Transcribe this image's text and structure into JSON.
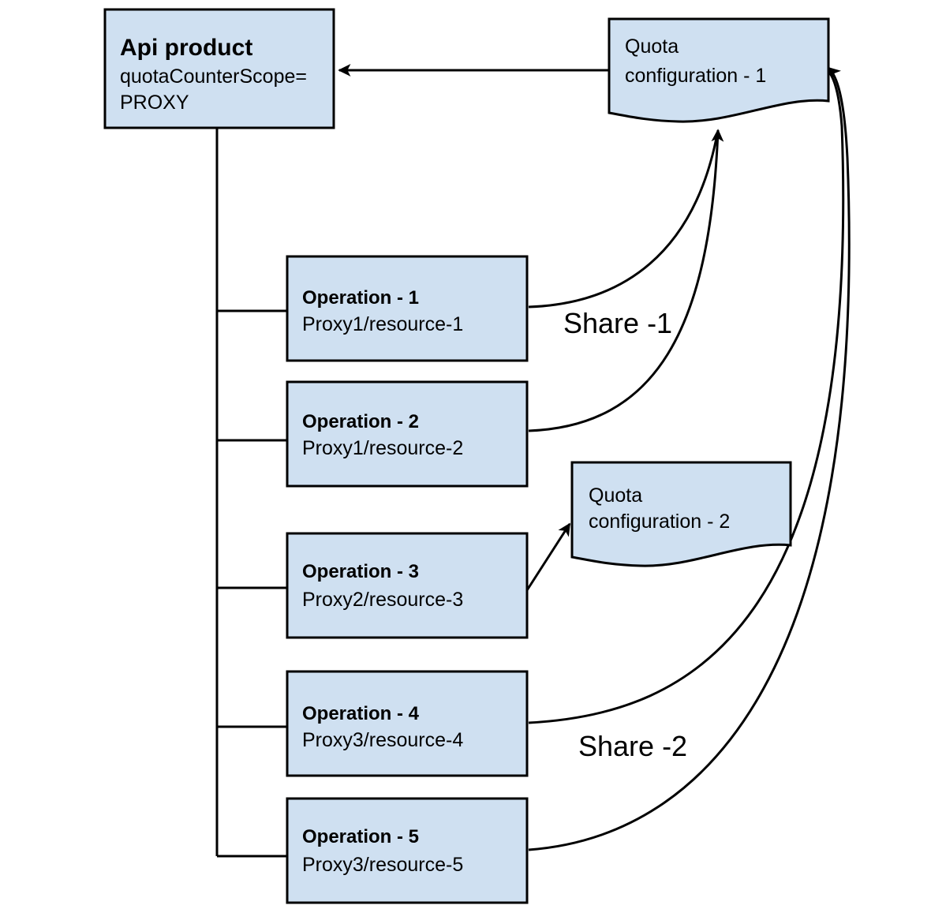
{
  "diagram": {
    "kind": "flowchart",
    "background_color": "#ffffff",
    "node_fill_color": "#cfe0f1",
    "node_stroke_color": "#000000",
    "text_color": "#000000",
    "nodes": {
      "api_product": {
        "shape": "rectangle",
        "title": "Api product",
        "line2": "quotaCounterScope=",
        "line3": "PROXY"
      },
      "quota_config_1": {
        "shape": "document",
        "line1": "Quota",
        "line2": "configuration - 1"
      },
      "quota_config_2": {
        "shape": "document",
        "line1": "Quota",
        "line2": "configuration - 2"
      },
      "operations": [
        {
          "id": "operation-1",
          "title": "Operation - 1",
          "subtitle": "Proxy1/resource-1"
        },
        {
          "id": "operation-2",
          "title": "Operation - 2",
          "subtitle": "Proxy1/resource-2"
        },
        {
          "id": "operation-3",
          "title": "Operation - 3",
          "subtitle": "Proxy2/resource-3"
        },
        {
          "id": "operation-4",
          "title": "Operation - 4",
          "subtitle": "Proxy3/resource-4"
        },
        {
          "id": "operation-5",
          "title": "Operation - 5",
          "subtitle": "Proxy3/resource-5"
        }
      ]
    },
    "edge_labels": {
      "share_1": "Share -1",
      "share_2": "Share -2"
    }
  }
}
